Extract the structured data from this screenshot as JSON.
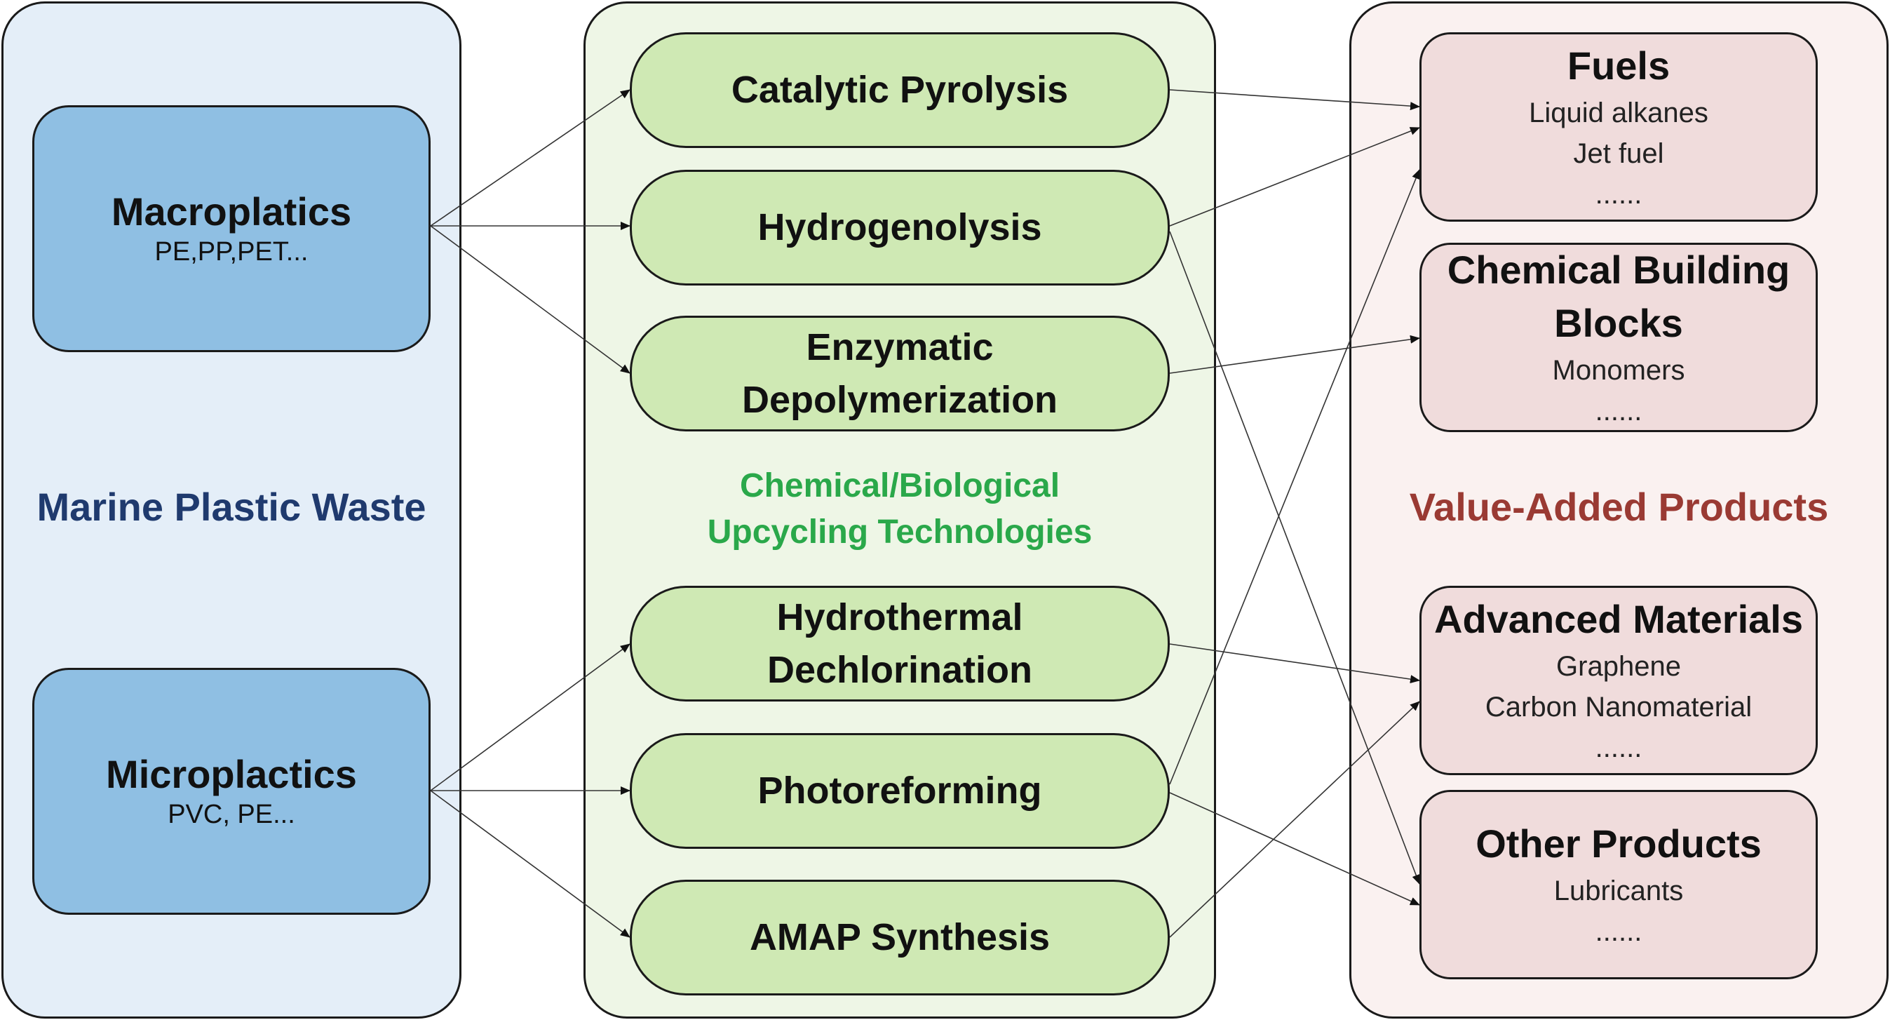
{
  "panels": {
    "waste": {
      "label": "Marine Plastic Waste",
      "color": "#1f3a6e"
    },
    "tech": {
      "label_line1": "Chemical/Biological",
      "label_line2": "Upcycling Technologies",
      "color": "#2aa84a"
    },
    "products": {
      "label": "Value-Added Products",
      "color": "#9a3a33"
    }
  },
  "sources": [
    {
      "title": "Macroplatics",
      "subtitle": "PE,PP,PET..."
    },
    {
      "title": "Microplactics",
      "subtitle": "PVC, PE..."
    }
  ],
  "technologies": [
    {
      "line1": "Catalytic Pyrolysis",
      "line2": ""
    },
    {
      "line1": "Hydrogenolysis",
      "line2": ""
    },
    {
      "line1": "Enzymatic",
      "line2": "Depolymerization"
    },
    {
      "line1": "Hydrothermal",
      "line2": "Dechlorination"
    },
    {
      "line1": "Photoreforming",
      "line2": ""
    },
    {
      "line1": "AMAP Synthesis",
      "line2": ""
    }
  ],
  "products": [
    {
      "title_line1": "Fuels",
      "title_line2": "",
      "items": [
        "Liquid alkanes",
        "Jet fuel",
        "......"
      ]
    },
    {
      "title_line1": "Chemical Building",
      "title_line2": "Blocks",
      "items": [
        "Monomers",
        "......"
      ]
    },
    {
      "title_line1": "Advanced Materials",
      "title_line2": "",
      "items": [
        "Graphene",
        "Carbon Nanomaterial",
        "......"
      ]
    },
    {
      "title_line1": "Other Products",
      "title_line2": "",
      "items": [
        "Lubricants",
        "......"
      ]
    }
  ],
  "colors": {
    "waste_panel_bg": "#e4eef8",
    "tech_panel_bg": "#eef6e6",
    "product_panel_bg": "#faf1f0",
    "source_box": "#8fbfe3",
    "tech_box": "#cfe9b4",
    "product_box": "#f0dcdc"
  },
  "connections": [
    {
      "from": "Macroplatics",
      "to": "Catalytic Pyrolysis"
    },
    {
      "from": "Macroplatics",
      "to": "Hydrogenolysis"
    },
    {
      "from": "Macroplatics",
      "to": "Enzymatic Depolymerization"
    },
    {
      "from": "Microplactics",
      "to": "Hydrothermal Dechlorination"
    },
    {
      "from": "Microplactics",
      "to": "Photoreforming"
    },
    {
      "from": "Microplactics",
      "to": "AMAP Synthesis"
    },
    {
      "from": "Catalytic Pyrolysis",
      "to": "Fuels"
    },
    {
      "from": "Hydrogenolysis",
      "to": "Fuels"
    },
    {
      "from": "Hydrogenolysis",
      "to": "Other Products"
    },
    {
      "from": "Enzymatic Depolymerization",
      "to": "Chemical Building Blocks"
    },
    {
      "from": "Hydrothermal Dechlorination",
      "to": "Advanced Materials"
    },
    {
      "from": "Photoreforming",
      "to": "Fuels"
    },
    {
      "from": "Photoreforming",
      "to": "Other Products"
    },
    {
      "from": "AMAP Synthesis",
      "to": "Advanced Materials"
    }
  ]
}
